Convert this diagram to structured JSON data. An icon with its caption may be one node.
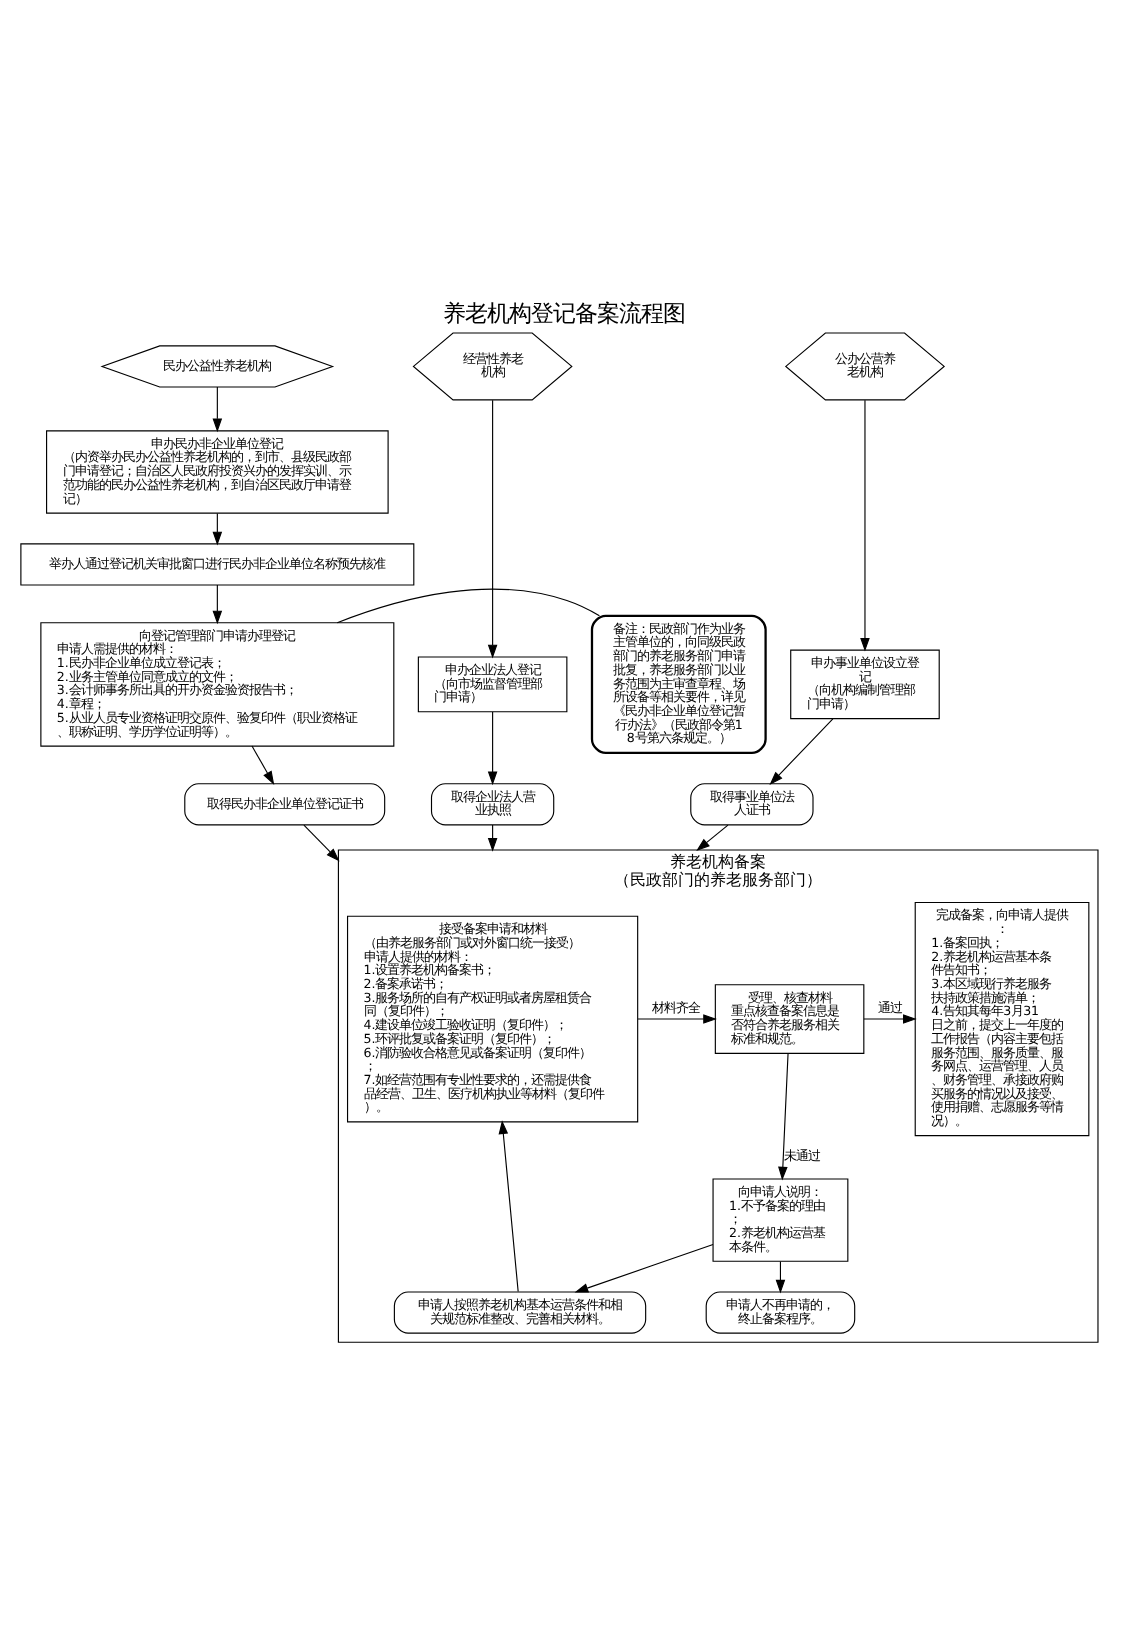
{
  "diagram": {
    "title": "养老机构登记备案流程图",
    "nodes": [
      {
        "text": [
          "民办公益性养老机构"
        ]
      },
      {
        "text": [
          "经营性养老机构"
        ]
      },
      {
        "text": [
          "公办公营养老机构"
        ]
      },
      {
        "text": [
          "申办民办非企业单位登记",
          "（内资举办民办公益性养老机构的，到市、县级民政部门申请登记；自治区人民政府投资兴办的发挥实训、示范功能的民办公益性养老机构，到自治区民政厅申请登记）"
        ]
      },
      {
        "text": [
          "申办企业法人登记",
          "（向市场监督管理部门申请）"
        ]
      },
      {
        "text": [
          "申办事业单位设立登记",
          "（向机构编制管理部门申请）"
        ]
      },
      {
        "text": [
          "举办人通过登记机关审批窗口进行民办非企业单位名称预先核准"
        ]
      },
      {
        "text": [
          "向登记管理部门申请办理登记",
          "申请人需提供的材料： 1.民办非企业单位成立登记表； 2.业务主管单位同意成立的文件； 3.会计师事务所出具的开办资金验资报告书； 4.章程； 5.从业人员专业资格证明交原件、验复印件（职业资格证、职称证明、学历学位证明等）。"
        ]
      },
      {
        "text": [
          "备注：民政部门作为业务主管单位的，向同级民政部门的养老服务部门申请批复，养老服务部门以业务范围为主审查章程、场所设备等相关要件，详见《民办非企业单位登记暂行办法》（民政部令第18号第六条规定。）"
        ]
      },
      {
        "text": [
          "取得企业法人营业执照"
        ]
      },
      {
        "text": [
          "取得事业单位法人证书"
        ]
      },
      {
        "text": [
          "取得民办非企业单位登记证书"
        ]
      },
      {
        "text": [
          "养老机构备案",
          "（民政部门的养老服务部门）"
        ]
      },
      {
        "text": [
          "接受备案申请和材料",
          "（由养老服务部门或对外窗口统一接受）",
          "申请人提供的材料： 1.设置养老机构备案书； 2.备案承诺书； 3.服务场所的自有产权证明或者房屋租赁合同（复印件）； 4.建设单位竣工验收证明（复印件）； 5.环评批复或备案证明（复印件）； 6.消防验收合格意见或备案证明（复印件）； 7.如经营范围有专业性要求的，还需提供食品经营、卫生、医疗机构执业等材料（复印件）。"
        ],
        "in": 12
      },
      {
        "text": [
          "受理、核查材料",
          "重点核查备案信息是否符合养老服务相关标准和规范。"
        ],
        "in": 12
      },
      {
        "text": [
          "完成备案，向申请人提供：",
          "1.备案回执； 2.养老机构运营基本条件告知书； 3.本区域现行养老服务扶持政策措施清单； 4.告知其每年3月31日之前，提交上一年度的工作报告（内容主要包括服务范围、服务质量、服务网点、运营管理、人员、财务管理、承接政府购买服务的情况以及接受、使用捐赠、志愿服务等情况）。"
        ],
        "in": 12
      },
      {
        "text": [
          "向申请人说明：",
          "1.不予备案的理由； 2.养老机构运营基本条件。"
        ],
        "in": 12
      },
      {
        "text": [
          "申请人按照养老机构基本运营条件和相关规范标准整改、完善相关材料。"
        ],
        "in": 12
      },
      {
        "text": [
          "申请人不再申请的，终止备案程序。"
        ],
        "in": 12
      }
    ],
    "edges": [
      {
        "from": 0,
        "to": 3,
        "arrow": "to"
      },
      {
        "from": 3,
        "to": 6,
        "arrow": "to"
      },
      {
        "from": 6,
        "to": 7,
        "arrow": "to"
      },
      {
        "from": 8,
        "to": 7,
        "arrow": "none"
      },
      {
        "from": 7,
        "to": 11,
        "arrow": "to"
      },
      {
        "from": 1,
        "to": 4,
        "arrow": "to"
      },
      {
        "from": 4,
        "to": 9,
        "arrow": "to"
      },
      {
        "from": 2,
        "to": 5,
        "arrow": "to"
      },
      {
        "from": 5,
        "to": 10,
        "arrow": "to"
      },
      {
        "from": 11,
        "to": 12,
        "arrow": "to"
      },
      {
        "from": 9,
        "to": 12,
        "arrow": "to"
      },
      {
        "from": 10,
        "to": 12,
        "arrow": "to"
      },
      {
        "from": 13,
        "to": 14,
        "label": "材料齐全",
        "arrow": "to"
      },
      {
        "from": 14,
        "to": 15,
        "label": "通过",
        "arrow": "to"
      },
      {
        "from": 14,
        "to": 16,
        "label": "未通过",
        "arrow": "to"
      },
      {
        "from": 16,
        "to": 17,
        "arrow": "to"
      },
      {
        "from": 17,
        "to": 13,
        "arrow": "to"
      },
      {
        "from": 16,
        "to": 18,
        "arrow": "to"
      }
    ]
  }
}
